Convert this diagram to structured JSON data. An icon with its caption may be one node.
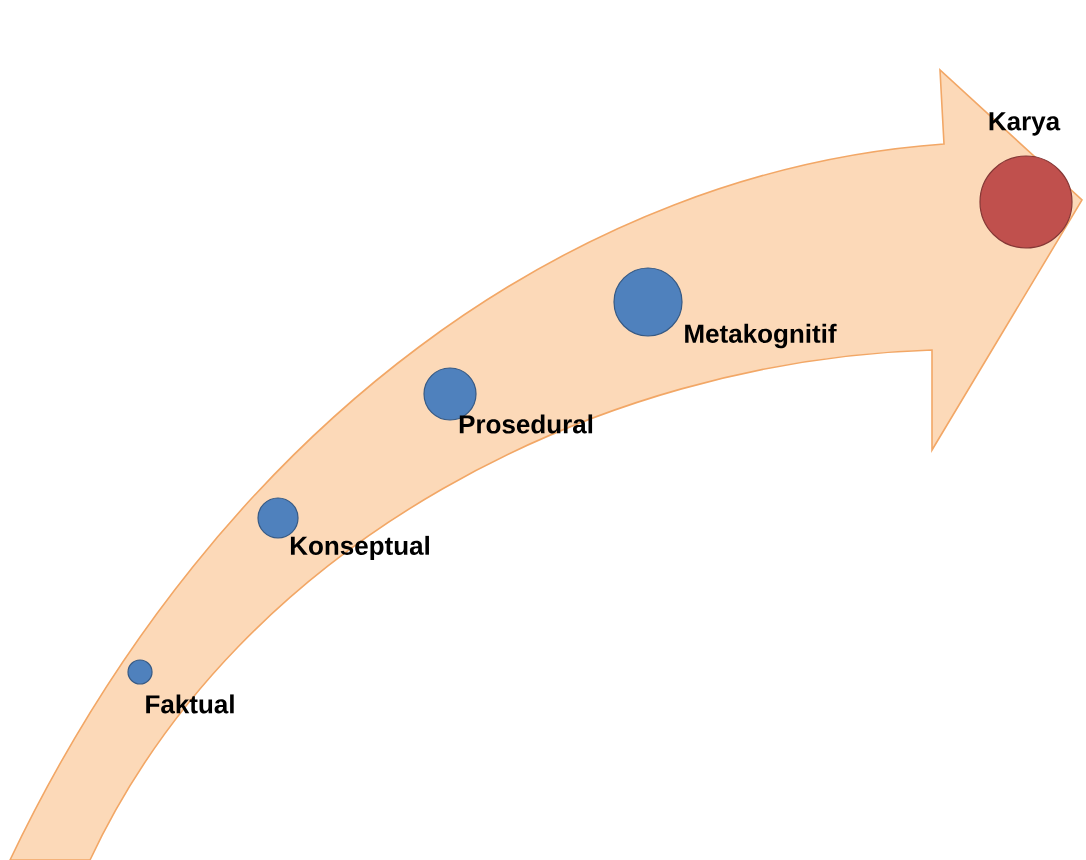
{
  "diagram": {
    "nodes": [
      {
        "text": [
          "Faktual"
        ]
      },
      {
        "text": [
          "Konseptual"
        ]
      },
      {
        "text": [
          "Prosedural"
        ]
      },
      {
        "text": [
          "Metakognitif"
        ]
      },
      {
        "text": [
          "Karya"
        ]
      }
    ]
  }
}
